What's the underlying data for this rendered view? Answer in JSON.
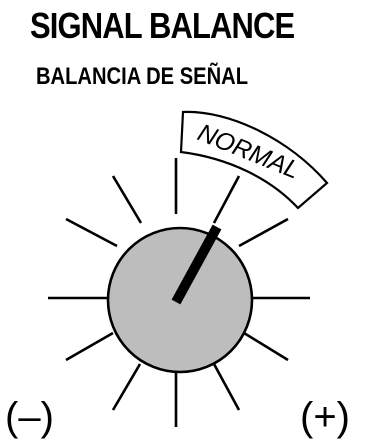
{
  "header": {
    "title": "SIGNAL BALANCE",
    "subtitle": "BALANCIA DE SEÑAL"
  },
  "dial": {
    "normal_label": "NORMAL",
    "minus_label": "(–)",
    "plus_label": "(+)",
    "knob_color": "#bdbdbd",
    "ink_color": "#000000",
    "tick_count": 12,
    "pointer_position": "normal"
  }
}
